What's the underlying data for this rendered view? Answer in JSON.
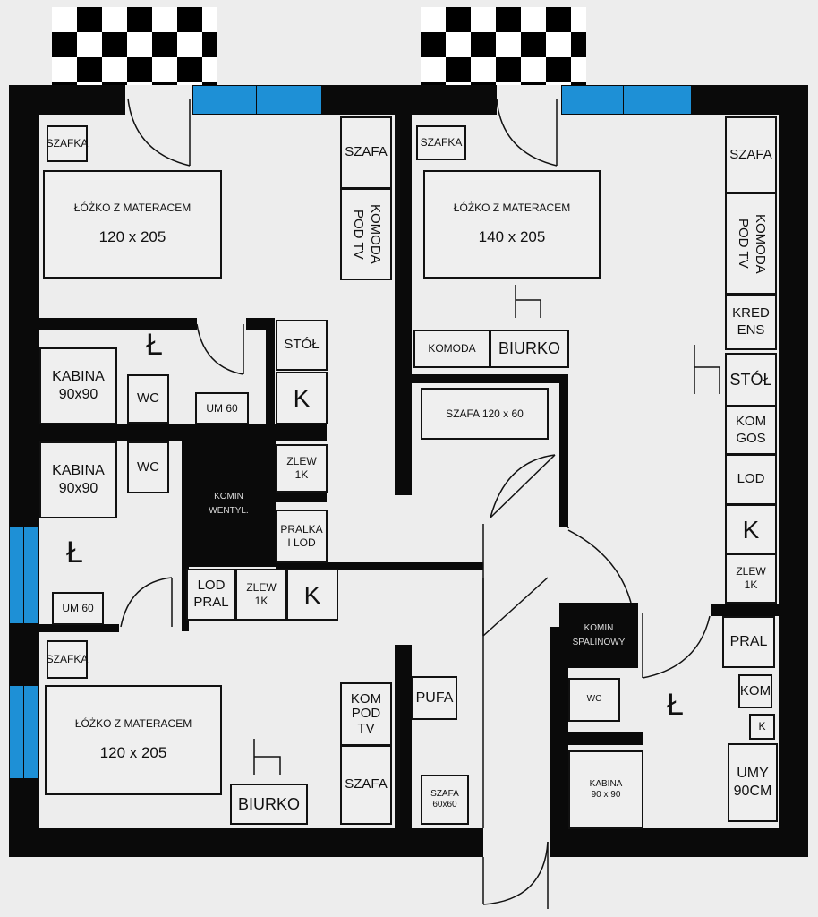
{
  "symbols": {
    "bathroom": "Ł",
    "kitchen": "K"
  },
  "top_left_room": {
    "szafka": "SZAFKA",
    "bed_title": "ŁÓŻKO Z MATERACEM",
    "bed_size": "120 x 205",
    "szafa": "SZAFA",
    "komoda": "KOMODA\nPOD TV"
  },
  "top_right_room": {
    "szafka": "SZAFKA",
    "bed_title": "ŁÓŻKO Z MATERACEM",
    "bed_size": "140 x 205",
    "szafa": "SZAFA",
    "komoda_tv": "KOMODA\nPOD TV",
    "kredens": "KRED\nENS",
    "stol": "STÓŁ",
    "kom_gos": "KOM\nGOS",
    "lod": "LOD",
    "k": "K",
    "zlew": "ZLEW\n1K",
    "komoda": "KOMODA",
    "biurko": "BIURKO",
    "szafa_120": "SZAFA 120 x 60"
  },
  "left_bath_area": {
    "kabina1": "KABINA\n90x90",
    "wc1": "WC",
    "um1": "UM 60",
    "stol": "STÓŁ",
    "k1": "K",
    "kabina2": "KABINA\n90x90",
    "wc2": "WC",
    "komin": "KOMIN\nWENTYL.",
    "zlew1": "ZLEW\n1K",
    "pralka": "PRALKA\nI LOD",
    "um2": "UM 60",
    "lod_pral": "LOD\nPRAL",
    "zlew2": "ZLEW\n1K",
    "k2": "K"
  },
  "bottom_left_room": {
    "szafka": "SZAFKA",
    "bed_title": "ŁÓŻKO Z MATERACEM",
    "bed_size": "120 x 205",
    "biurko": "BIURKO",
    "kom_tv": "KOM\nPOD\nTV",
    "szafa": "SZAFA",
    "pufa": "PUFA",
    "szafa_60": "SZAFA\n60x60"
  },
  "right_bath": {
    "komin": "KOMIN\nSPALINOWY",
    "wc": "WC",
    "kabina": "KABINA\n90 x 90",
    "pral": "PRAL",
    "kom": "KOM",
    "k": "K",
    "umy": "UMY\n90CM"
  },
  "colors": {
    "wall": "#0a0a0a",
    "window": "#1e90d6",
    "floor": "#ededed"
  }
}
